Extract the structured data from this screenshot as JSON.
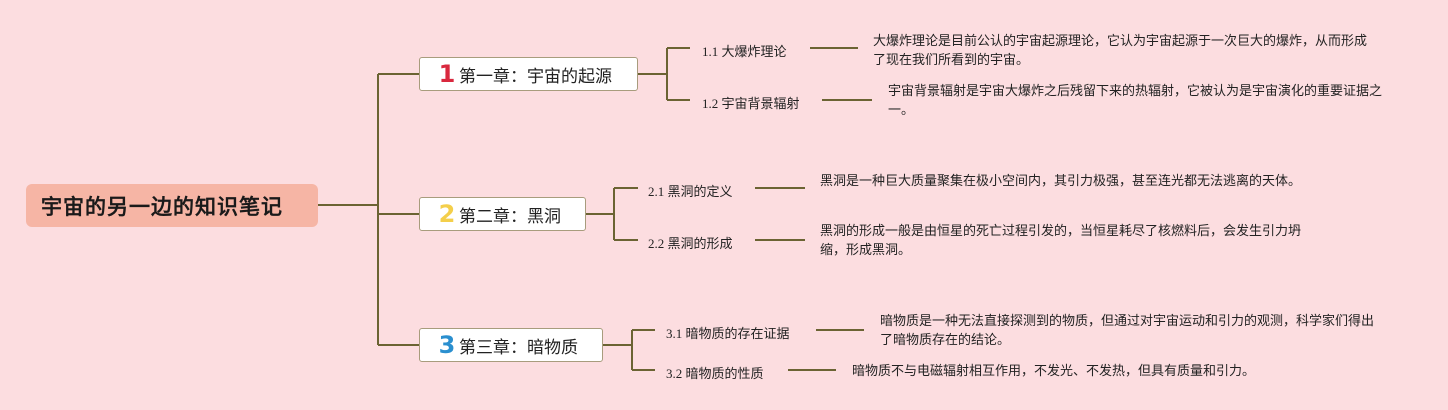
{
  "root": {
    "title": "宇宙的另一边的知识笔记"
  },
  "chapters": [
    {
      "number": "1",
      "label": "第一章：宇宙的起源",
      "subtopics": [
        {
          "label": "1.1 大爆炸理论",
          "description": "大爆炸理论是目前公认的宇宙起源理论，它认为宇宙起源于一次巨大的爆炸，从而形成了现在我们所看到的宇宙。"
        },
        {
          "label": "1.2 宇宙背景辐射",
          "description": "宇宙背景辐射是宇宙大爆炸之后残留下来的热辐射，它被认为是宇宙演化的重要证据之一。"
        }
      ]
    },
    {
      "number": "2",
      "label": "第二章：黑洞",
      "subtopics": [
        {
          "label": "2.1 黑洞的定义",
          "description": "黑洞是一种巨大质量聚集在极小空间内，其引力极强，甚至连光都无法逃离的天体。"
        },
        {
          "label": "2.2 黑洞的形成",
          "description": "黑洞的形成一般是由恒星的死亡过程引发的，当恒星耗尽了核燃料后，会发生引力坍缩，形成黑洞。"
        }
      ]
    },
    {
      "number": "3",
      "label": "第三章：暗物质",
      "subtopics": [
        {
          "label": "3.1 暗物质的存在证据",
          "description": "暗物质是一种无法直接探测到的物质，但通过对宇宙运动和引力的观测，科学家们得出了暗物质存在的结论。"
        },
        {
          "label": "3.2 暗物质的性质",
          "description": "暗物质不与电磁辐射相互作用，不发光、不发热，但具有质量和引力。"
        }
      ]
    }
  ]
}
